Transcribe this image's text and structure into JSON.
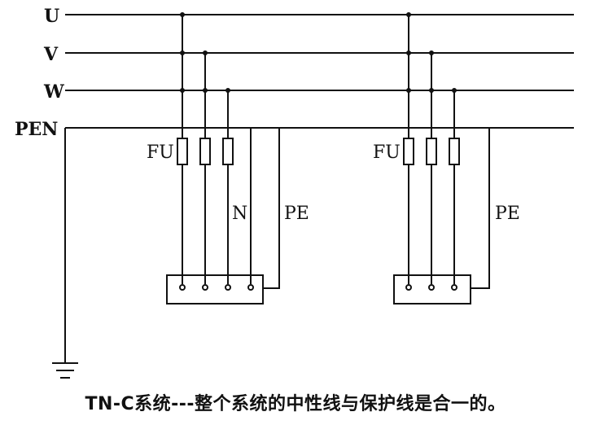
{
  "diagram": {
    "bus_labels": [
      "U",
      "V",
      "W",
      "PEN"
    ],
    "load1": {
      "fuse_label": "FU",
      "neutral_label": "N",
      "pe_label": "PE"
    },
    "load2": {
      "fuse_label": "FU",
      "pe_label": "PE"
    },
    "caption": "TN-C系统---整个系统的中性线与保护线是合一的。"
  }
}
